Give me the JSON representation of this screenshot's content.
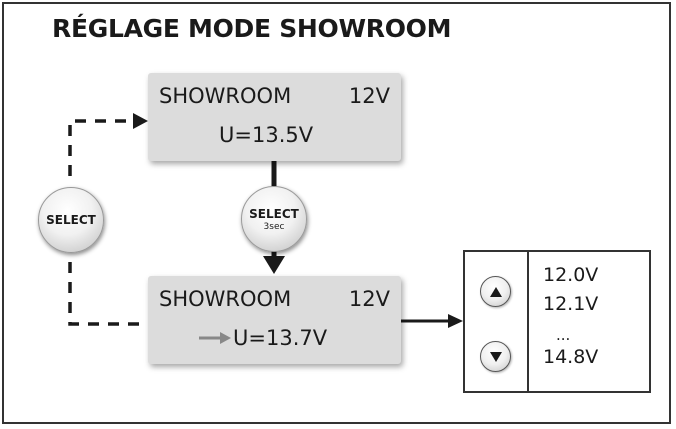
{
  "title": "RÉGLAGE MODE SHOWROOM",
  "screen_top": {
    "label": "SHOWROOM",
    "voltage": "12V",
    "value": "U=13.5V"
  },
  "screen_bottom": {
    "label": "SHOWROOM",
    "voltage": "12V",
    "value": "U=13.7V",
    "prefix_icon": "right-arrow-icon"
  },
  "select_left": {
    "label": "SELECT"
  },
  "select_center": {
    "label": "SELECT",
    "sublabel": "3sec"
  },
  "range": {
    "up_icon": "triangle-up-icon",
    "down_icon": "triangle-down-icon",
    "values": [
      "12.0V",
      "12.1V",
      "...",
      "14.8V"
    ]
  },
  "colors": {
    "screen": "#dcdcdc",
    "line": "#1a1a1a",
    "value_arrow": "#888888"
  }
}
